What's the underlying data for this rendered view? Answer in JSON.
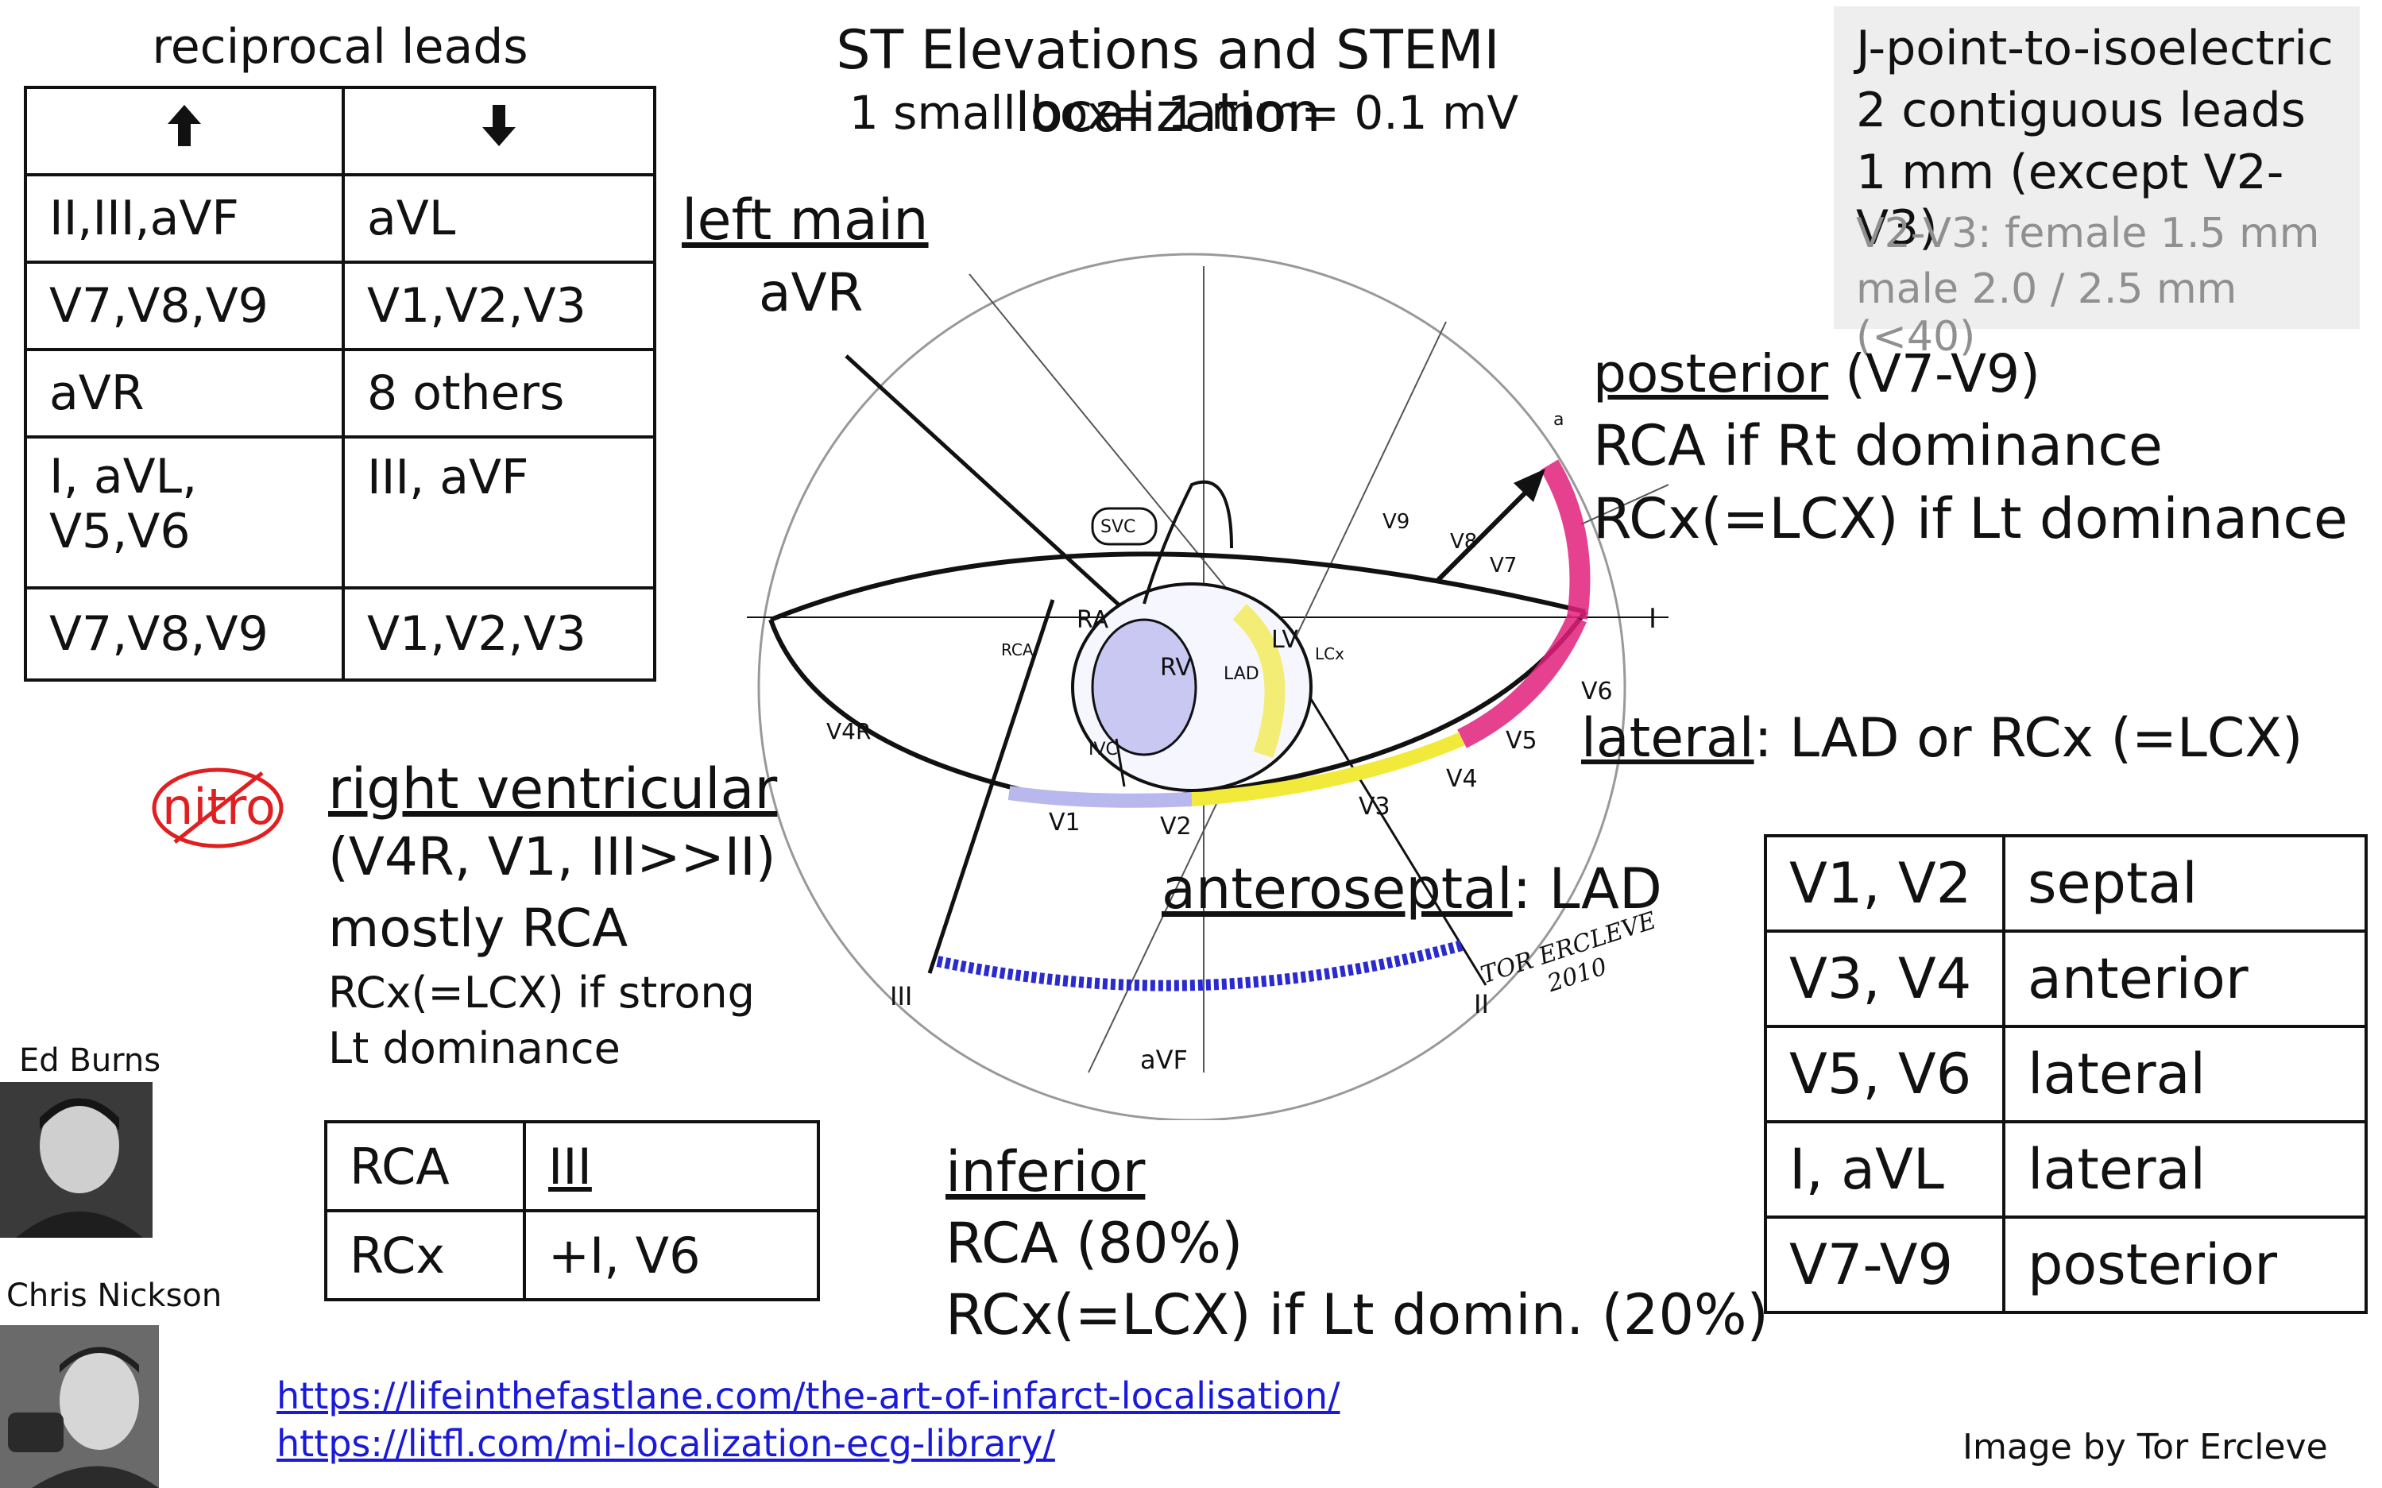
{
  "title": "ST Elevations and STEMI localization",
  "subtitle": "1 small box= 1 mm= 0.1 mV",
  "criteria": {
    "heading": "J-point-to-isoelectric",
    "line1": "2 contiguous leads",
    "line2": "1 mm (except V2-V3)",
    "line3": "V2-V3: female 1.5 mm",
    "line4": "male 2.0 / 2.5 mm (<40)"
  },
  "reciprocal": {
    "caption": "reciprocal leads",
    "rows": [
      [
        "II,III,aVF",
        "aVL"
      ],
      [
        "V7,V8,V9",
        "V1,V2,V3"
      ],
      [
        "aVR",
        "8 others"
      ],
      [
        "I, aVL,\nV5,V6",
        "III, aVF"
      ],
      [
        "V7,V8,V9",
        "V1,V2,V3"
      ]
    ]
  },
  "left_main": {
    "heading": "left main",
    "lead": "aVR"
  },
  "posterior": {
    "heading": "posterior",
    "leads": " (V7-V9)",
    "line1_a": "RCA",
    "line1_b": " if Rt dominance",
    "line2_a": "RCx(=LCX)",
    "line2_b": " if Lt dominance"
  },
  "lateral": {
    "heading": "lateral",
    "sep": ": ",
    "a": "LAD",
    "mid": " or ",
    "b": "RCx (=LCX)"
  },
  "anteroseptal": {
    "heading": "anteroseptal",
    "sep": ": ",
    "artery": "LAD"
  },
  "right_ventricular": {
    "nitro": "nitro",
    "heading": "right ventricular",
    "leads": "(V4R, V1, III>>II)",
    "artery": "mostly RCA",
    "note1": "RCx(=LCX) if strong",
    "note2": "Lt dominance"
  },
  "rca_rcx_table": [
    [
      "RCA",
      "III"
    ],
    [
      "RCx",
      "+I, V6"
    ]
  ],
  "inferior": {
    "heading": "inferior",
    "line1": "RCA (80%)",
    "line2": "RCx(=LCX) if Lt domin. (20%)"
  },
  "territory_table": [
    [
      "V1, V2",
      "septal"
    ],
    [
      "V3, V4",
      "anterior"
    ],
    [
      "V5, V6",
      "lateral"
    ],
    [
      "I, aVL",
      "lateral"
    ],
    [
      "V7-V9",
      "posterior"
    ]
  ],
  "diagram": {
    "labels": {
      "lead_i": "I",
      "lead_ii": "II",
      "lead_iii": "III",
      "avf": "aVF",
      "v1": "V1",
      "v2": "V2",
      "v3": "V3",
      "v4": "V4",
      "v5": "V5",
      "v6": "V6",
      "v7": "V7",
      "v8": "V8",
      "v9": "V9",
      "v4r": "V4R",
      "svc": "SVC",
      "ivc": "IVC",
      "ra": "RA",
      "rv": "RV",
      "lv": "LV",
      "lad": "LAD",
      "rca": "RCA",
      "lcx": "LCx",
      "a": "a"
    },
    "signature1": "TOR ERCLEVE",
    "signature2": "2010",
    "colors": {
      "pink": "#e0207a",
      "yellow": "#f2ea3a",
      "blue": "#2a2ad0",
      "lilac": "#b8b8ee"
    }
  },
  "people": [
    {
      "name": "Ed Burns"
    },
    {
      "name": "Chris Nickson"
    }
  ],
  "links": [
    "https://lifeinthefastlane.com/the-art-of-infarct-localisation/",
    "https://litfl.com/mi-localization-ecg-library/"
  ],
  "credit": "Image by Tor Ercleve"
}
